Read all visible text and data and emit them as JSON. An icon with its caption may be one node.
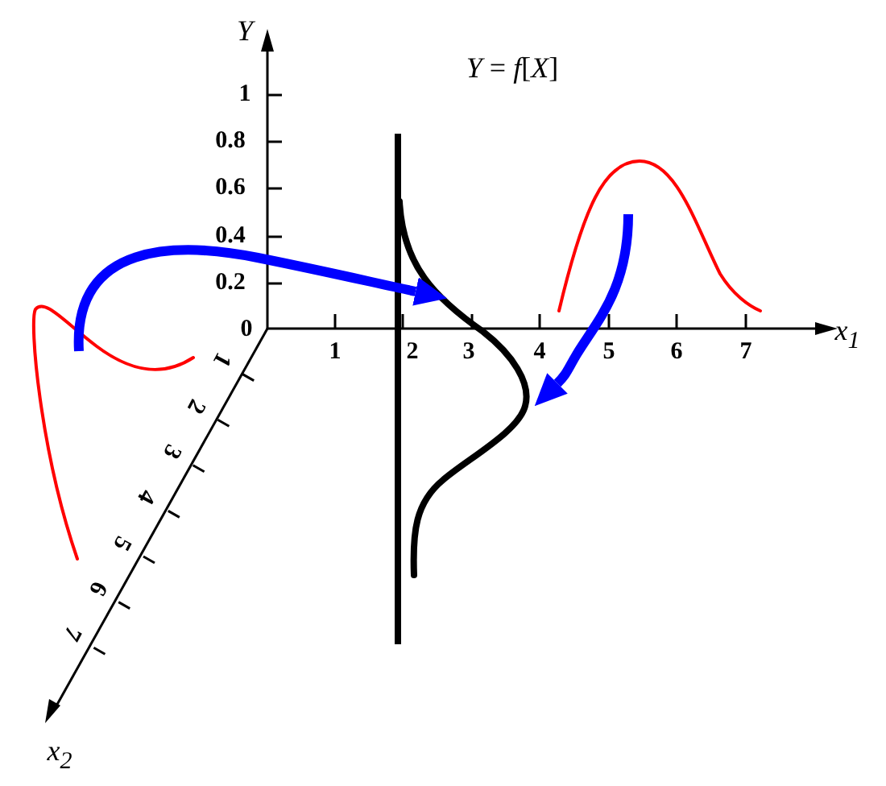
{
  "diagram": {
    "nodes": [
      {
        "text": [],
        "shape": "curve"
      },
      {
        "text": [],
        "shape": "curve"
      },
      {
        "text": [],
        "shape": "curve"
      }
    ],
    "edges": [
      {
        "from": 0,
        "to": 2,
        "arrow": "to"
      },
      {
        "from": 1,
        "to": 2,
        "arrow": "to"
      }
    ],
    "labels": [
      "*Y*",
      "1",
      "0.8",
      "0.6",
      "0.4",
      "0.2",
      "0",
      "*Y* = *f*[*X*]",
      "1",
      "2",
      "3",
      "4",
      "5",
      "6",
      "7",
      "*x*$_{1}$",
      "1",
      "2",
      "3",
      "4",
      "5",
      "6",
      "7",
      "*x*$_{2}$"
    ]
  }
}
